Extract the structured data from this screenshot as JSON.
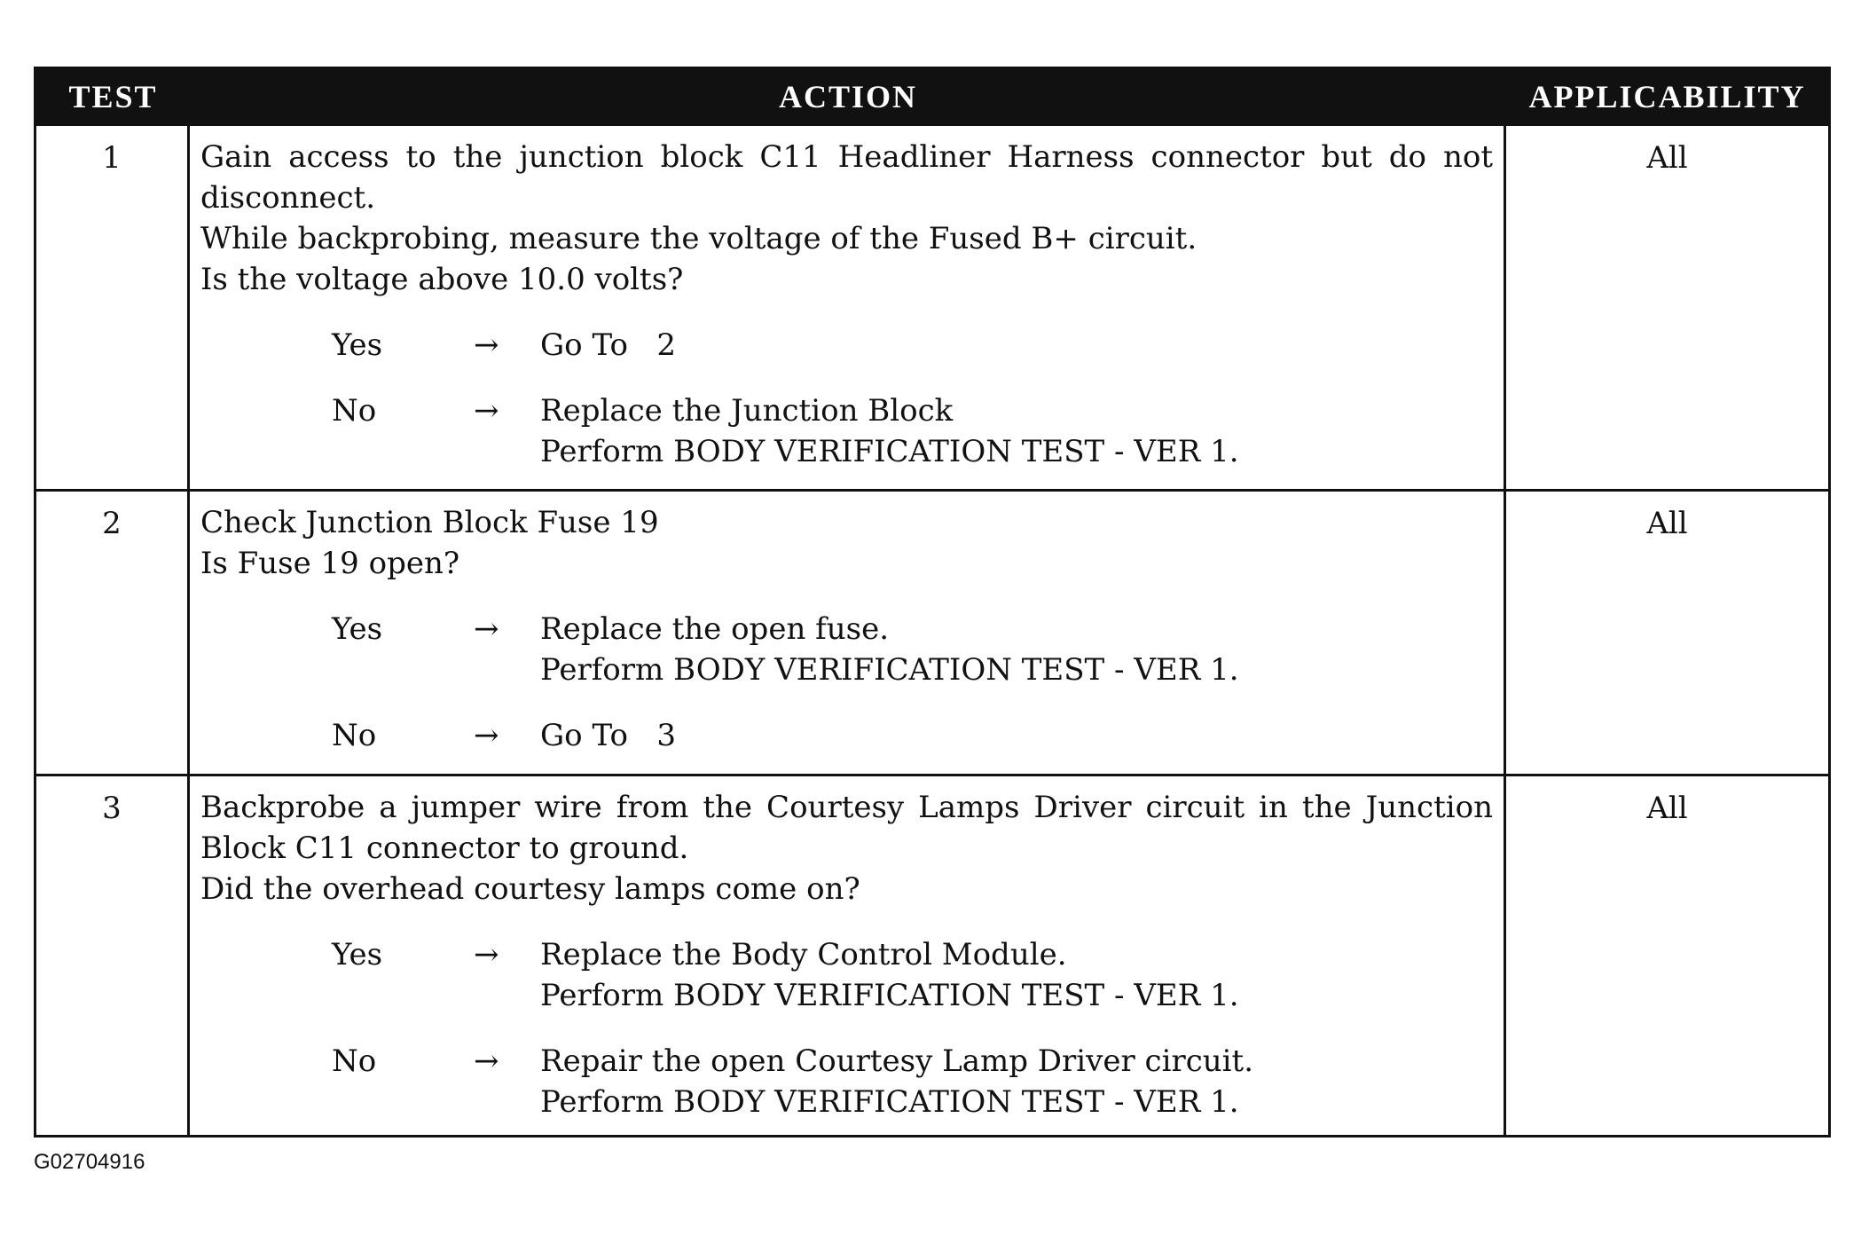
{
  "header": {
    "test": "TEST",
    "action": "ACTION",
    "applicability": "APPLICABILITY"
  },
  "rows": [
    {
      "test": "1",
      "lines": [
        "Gain access to the junction block C11 Headliner Harness connector but do not disconnect.",
        "While backprobing, measure the voltage of the Fused B+ circuit.",
        "Is the voltage above 10.0 volts?"
      ],
      "yes_label": "Yes",
      "yes_arrow": "→",
      "yes_text": [
        "Go To   2"
      ],
      "no_label": "No",
      "no_arrow": "→",
      "no_text": [
        "Replace the Junction Block",
        "Perform BODY VERIFICATION TEST - VER 1."
      ],
      "applicability": "All"
    },
    {
      "test": "2",
      "lines": [
        "Check Junction Block Fuse 19",
        "Is Fuse 19 open?"
      ],
      "yes_label": "Yes",
      "yes_arrow": "→",
      "yes_text": [
        "Replace the open fuse.",
        "Perform BODY VERIFICATION TEST - VER 1."
      ],
      "no_label": "No",
      "no_arrow": "→",
      "no_text": [
        "Go To   3"
      ],
      "applicability": "All"
    },
    {
      "test": "3",
      "lines": [
        "Backprobe a jumper wire from the Courtesy Lamps Driver circuit in the Junction Block C11 connector to ground.",
        "Did the overhead courtesy lamps come on?"
      ],
      "yes_label": "Yes",
      "yes_arrow": "→",
      "yes_text": [
        "Replace the Body Control Module.",
        "Perform BODY VERIFICATION TEST - VER 1."
      ],
      "no_label": "No",
      "no_arrow": "→",
      "no_text": [
        "Repair the open Courtesy Lamp Driver circuit.",
        "Perform BODY VERIFICATION TEST - VER 1."
      ],
      "applicability": "All"
    }
  ],
  "caption": "G02704916"
}
